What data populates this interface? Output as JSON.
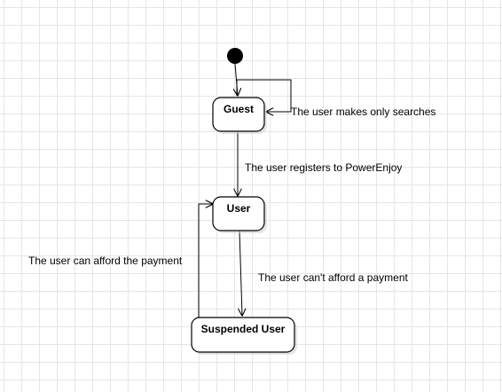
{
  "states": {
    "guest": "Guest",
    "user": "User",
    "suspended": "Suspended User"
  },
  "transitions": {
    "guest_self": "The user makes only searches",
    "guest_to_user": "The user registers to PowerEnjoy",
    "user_to_suspended": "The user can't afford a payment",
    "suspended_to_user": "The user can afford the payment"
  },
  "colors": {
    "line": "#000000",
    "box_fill": "#ffffff",
    "grid": "#e6e6e6"
  }
}
